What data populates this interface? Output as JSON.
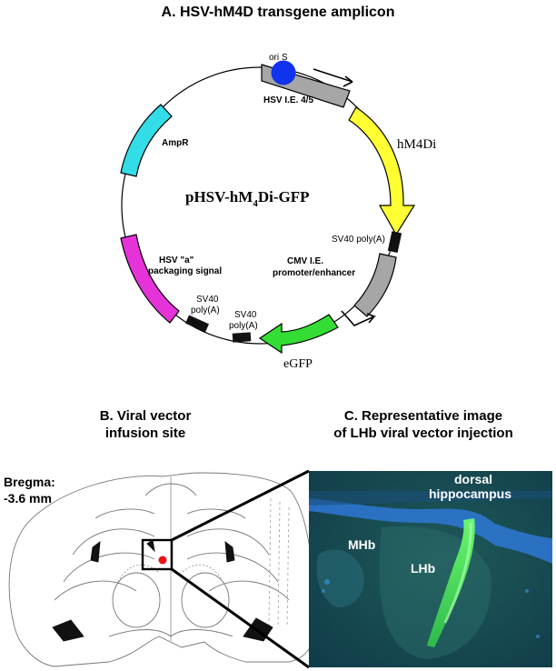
{
  "panel_a": {
    "title": "A. HSV-hM4D transgene amplicon",
    "plasmid_name_main": "pHSV-hM",
    "plasmid_name_sub": "4",
    "plasmid_name_tail": "Di-GFP",
    "labels": {
      "ori": "ori S",
      "hsv_ie": "HSV I.E. 4/5",
      "hm4di": "hM4Di",
      "ampr": "AmpR",
      "sv40_1": "SV40 poly(A)",
      "cmv_line1": "CMV I.E.",
      "cmv_line2": "promoter/enhancer",
      "hsv_a_line1": "HSV \"a\"",
      "hsv_a_line2": "packaging signal",
      "sv40_2_line1": "SV40",
      "sv40_2_line2": "poly(A)",
      "sv40_3_line1": "SV40",
      "sv40_3_line2": "poly(A)",
      "egfp": "eGFP"
    },
    "colors": {
      "hsv_ie": "#a6a6a6",
      "hm4di": "#ffff33",
      "ampr": "#33dde8",
      "hsv_a": "#e633d9",
      "cmv": "#a6a6a6",
      "egfp": "#33dd33",
      "ori": "#1133ee"
    }
  },
  "panel_b": {
    "title_line1": "B. Viral vector",
    "title_line2": "infusion site",
    "bregma_line1": "Bregma:",
    "bregma_line2": "-3.6 mm",
    "injection_color": "#ee1111"
  },
  "panel_c": {
    "title_line1": "C. Representative image",
    "title_line2": "of LHb viral vector injection",
    "label_dorsal1": "dorsal",
    "label_dorsal2": "hippocampus",
    "label_mhb": "MHb",
    "label_lhb": "LHb"
  }
}
